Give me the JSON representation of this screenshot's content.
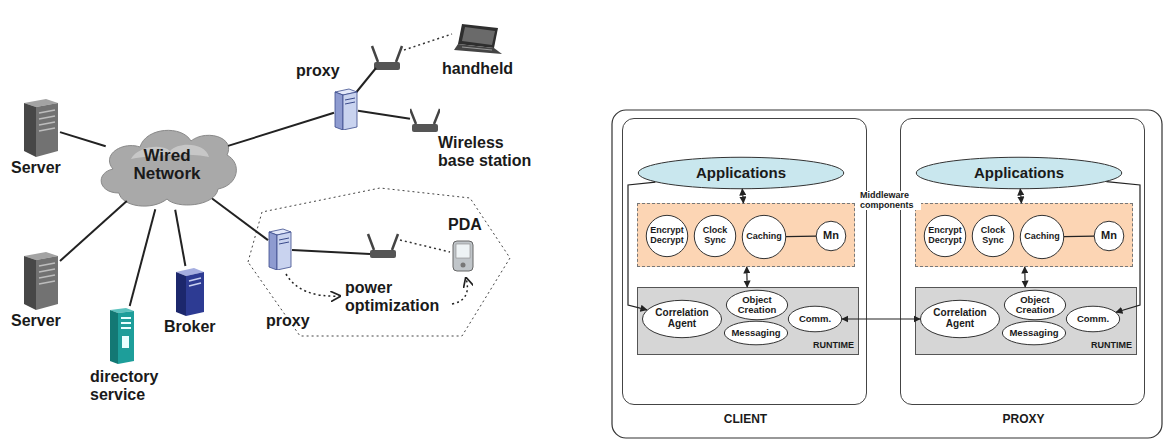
{
  "diagram": {
    "nodes": [
      {
        "text": [
          "Wired Network"
        ]
      },
      {
        "text": [
          "Server"
        ]
      },
      {
        "text": [
          "Server"
        ]
      },
      {
        "text": [
          "directory service"
        ]
      },
      {
        "text": [
          "Broker"
        ]
      },
      {
        "text": [
          "proxy"
        ]
      },
      {
        "text": [
          "handheld"
        ]
      },
      {
        "text": [
          "Wireless base station"
        ]
      },
      {
        "text": [
          "proxy"
        ]
      },
      {
        "text": [
          "PDA"
        ]
      },
      {
        "text": [
          "CLIENT"
        ]
      },
      {
        "text": [
          "Applications"
        ],
        "in": 10
      },
      {
        "text": [
          "Middleware components"
        ],
        "in": 10
      },
      {
        "text": [
          "Encrypt Decrypt"
        ],
        "in": 12
      },
      {
        "text": [
          "Clock Sync"
        ],
        "in": 12
      },
      {
        "text": [
          "Caching"
        ],
        "in": 12
      },
      {
        "text": [
          "Mn"
        ],
        "in": 12
      },
      {
        "text": [
          "RUNTIME"
        ],
        "in": 10
      },
      {
        "text": [
          "Correlation Agent"
        ],
        "in": 17
      },
      {
        "text": [
          "Object Creation"
        ],
        "in": 17
      },
      {
        "text": [
          "Messaging"
        ],
        "in": 17
      },
      {
        "text": [
          "Comm."
        ],
        "in": 17
      },
      {
        "text": [
          "PROXY"
        ]
      },
      {
        "text": [
          "Applications"
        ],
        "in": 22
      },
      {
        "text": [],
        "in": 22
      },
      {
        "text": [
          "Encrypt Decrypt"
        ],
        "in": 24
      },
      {
        "text": [
          "Clock Sync"
        ],
        "in": 24
      },
      {
        "text": [
          "Caching"
        ],
        "in": 24
      },
      {
        "text": [
          "Mn"
        ],
        "in": 24
      },
      {
        "text": [
          "RUNTIME"
        ],
        "in": 22
      },
      {
        "text": [
          "Correlation Agent"
        ],
        "in": 29
      },
      {
        "text": [
          "Object Creation"
        ],
        "in": 29
      },
      {
        "text": [
          "Messaging"
        ],
        "in": 29
      },
      {
        "text": [
          "Comm."
        ],
        "in": 29
      }
    ],
    "edges": [
      {
        "from": 0,
        "to": 1,
        "arrow": "none"
      },
      {
        "from": 0,
        "to": 2,
        "arrow": "none"
      },
      {
        "from": 0,
        "to": 3,
        "arrow": "none"
      },
      {
        "from": 0,
        "to": 4,
        "arrow": "none"
      },
      {
        "from": 0,
        "to": 5,
        "arrow": "none"
      },
      {
        "from": 0,
        "to": 8,
        "arrow": "none"
      },
      {
        "from": 5,
        "to": 7,
        "arrow": "none"
      },
      {
        "from": 11,
        "to": 12,
        "arrow": "both"
      },
      {
        "from": 12,
        "to": 17,
        "arrow": "both"
      },
      {
        "from": 15,
        "to": 16,
        "arrow": "none"
      },
      {
        "from": 11,
        "to": 18,
        "arrow": "to"
      },
      {
        "from": 23,
        "to": 24,
        "arrow": "both"
      },
      {
        "from": 24,
        "to": 29,
        "arrow": "both"
      },
      {
        "from": 27,
        "to": 28,
        "arrow": "none"
      },
      {
        "from": 23,
        "to": 33,
        "arrow": "to"
      },
      {
        "from": 21,
        "to": 30,
        "arrow": "both"
      }
    ],
    "labels": [
      "power optimization"
    ]
  }
}
